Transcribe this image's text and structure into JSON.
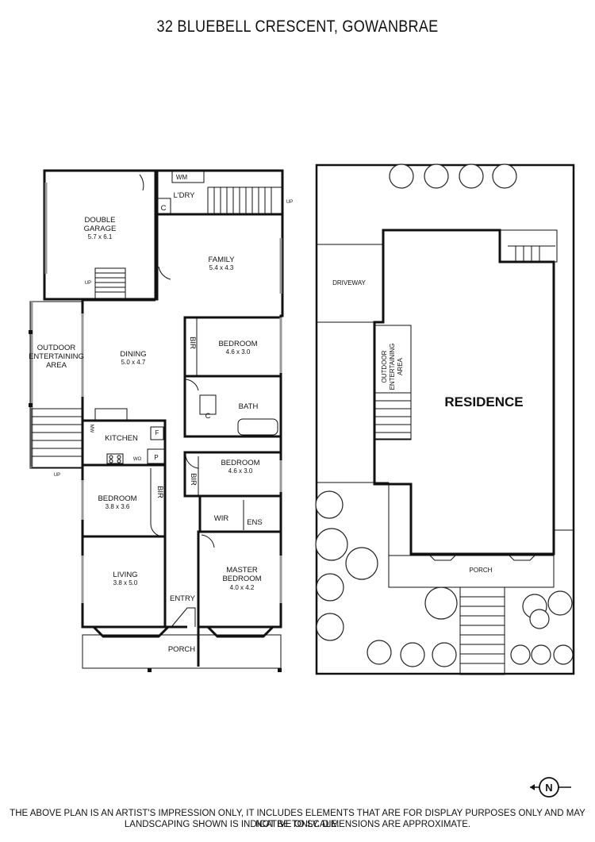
{
  "title": "32 BLUEBELL CRESCENT, GOWANBRAE",
  "floor_plan": {
    "rooms": [
      {
        "name": "DOUBLE",
        "name2": "GARAGE",
        "dims": "5.7 x 6.1"
      },
      {
        "name": "WM"
      },
      {
        "name": "L'DRY"
      },
      {
        "name": "C"
      },
      {
        "name": "UP"
      },
      {
        "name": "FAMILY",
        "dims": "5.4 x 4.3"
      },
      {
        "name": "UP"
      },
      {
        "name": "OUTDOOR",
        "name2": "ENTERTAINING",
        "name3": "AREA"
      },
      {
        "name": "DINING",
        "dims": "5.0 x 4.7"
      },
      {
        "name": "BIR"
      },
      {
        "name": "BEDROOM",
        "dims": "4.6 x 3.0"
      },
      {
        "name": "C"
      },
      {
        "name": "BATH"
      },
      {
        "name": "KITCHEN"
      },
      {
        "name": "MW"
      },
      {
        "name": "WO"
      },
      {
        "name": "F"
      },
      {
        "name": "P"
      },
      {
        "name": "UP"
      },
      {
        "name": "BEDROOM",
        "dims": "4.6 x 3.0"
      },
      {
        "name": "BIR"
      },
      {
        "name": "BEDROOM",
        "dims": "3.8 x 3.6"
      },
      {
        "name": "BIR"
      },
      {
        "name": "WIR"
      },
      {
        "name": "ENS"
      },
      {
        "name": "LIVING",
        "dims": "3.8 x 5.0"
      },
      {
        "name": "MASTER",
        "name2": "BEDROOM",
        "dims": "4.0 x 4.2"
      },
      {
        "name": "ENTRY"
      },
      {
        "name": "PORCH"
      }
    ]
  },
  "site_plan": {
    "driveway": "DRIVEWAY",
    "outdoor": [
      "OUTDOOR",
      "ENTERTAINING",
      "AREA"
    ],
    "residence": "RESIDENCE",
    "porch": "PORCH"
  },
  "compass": "N",
  "footer": {
    "line1": "THE ABOVE PLAN IS AN ARTIST'S IMPRESSION ONLY, IT INCLUDES ELEMENTS THAT ARE FOR DISPLAY PURPOSES ONLY AND MAY NOT BE TO SCALE.",
    "line2": "LANDSCAPING SHOWN IS INDICATIVE ONLY. DIMENSIONS ARE APPROXIMATE."
  }
}
